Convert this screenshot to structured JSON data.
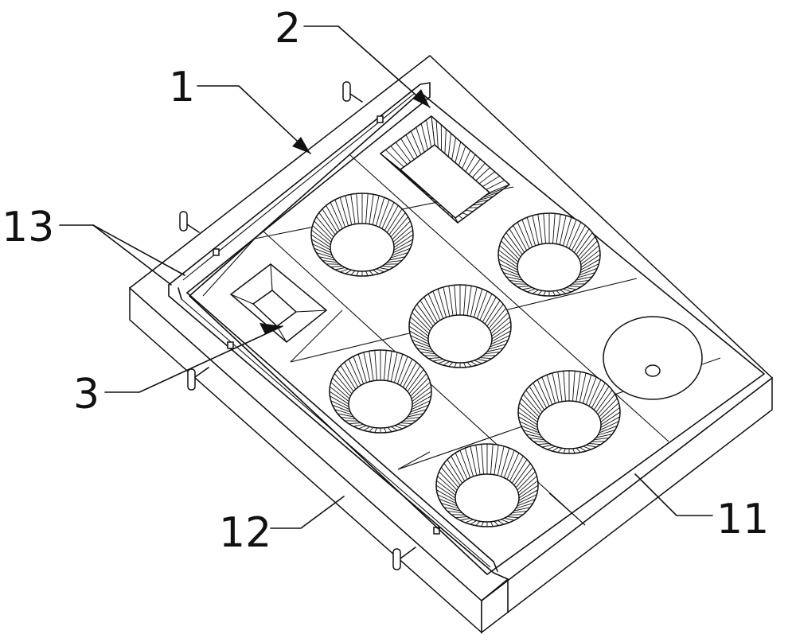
{
  "figure": {
    "labels": {
      "l1": "1",
      "l2": "2",
      "l3": "3",
      "l11": "11",
      "l12": "12",
      "l13": "13"
    }
  }
}
